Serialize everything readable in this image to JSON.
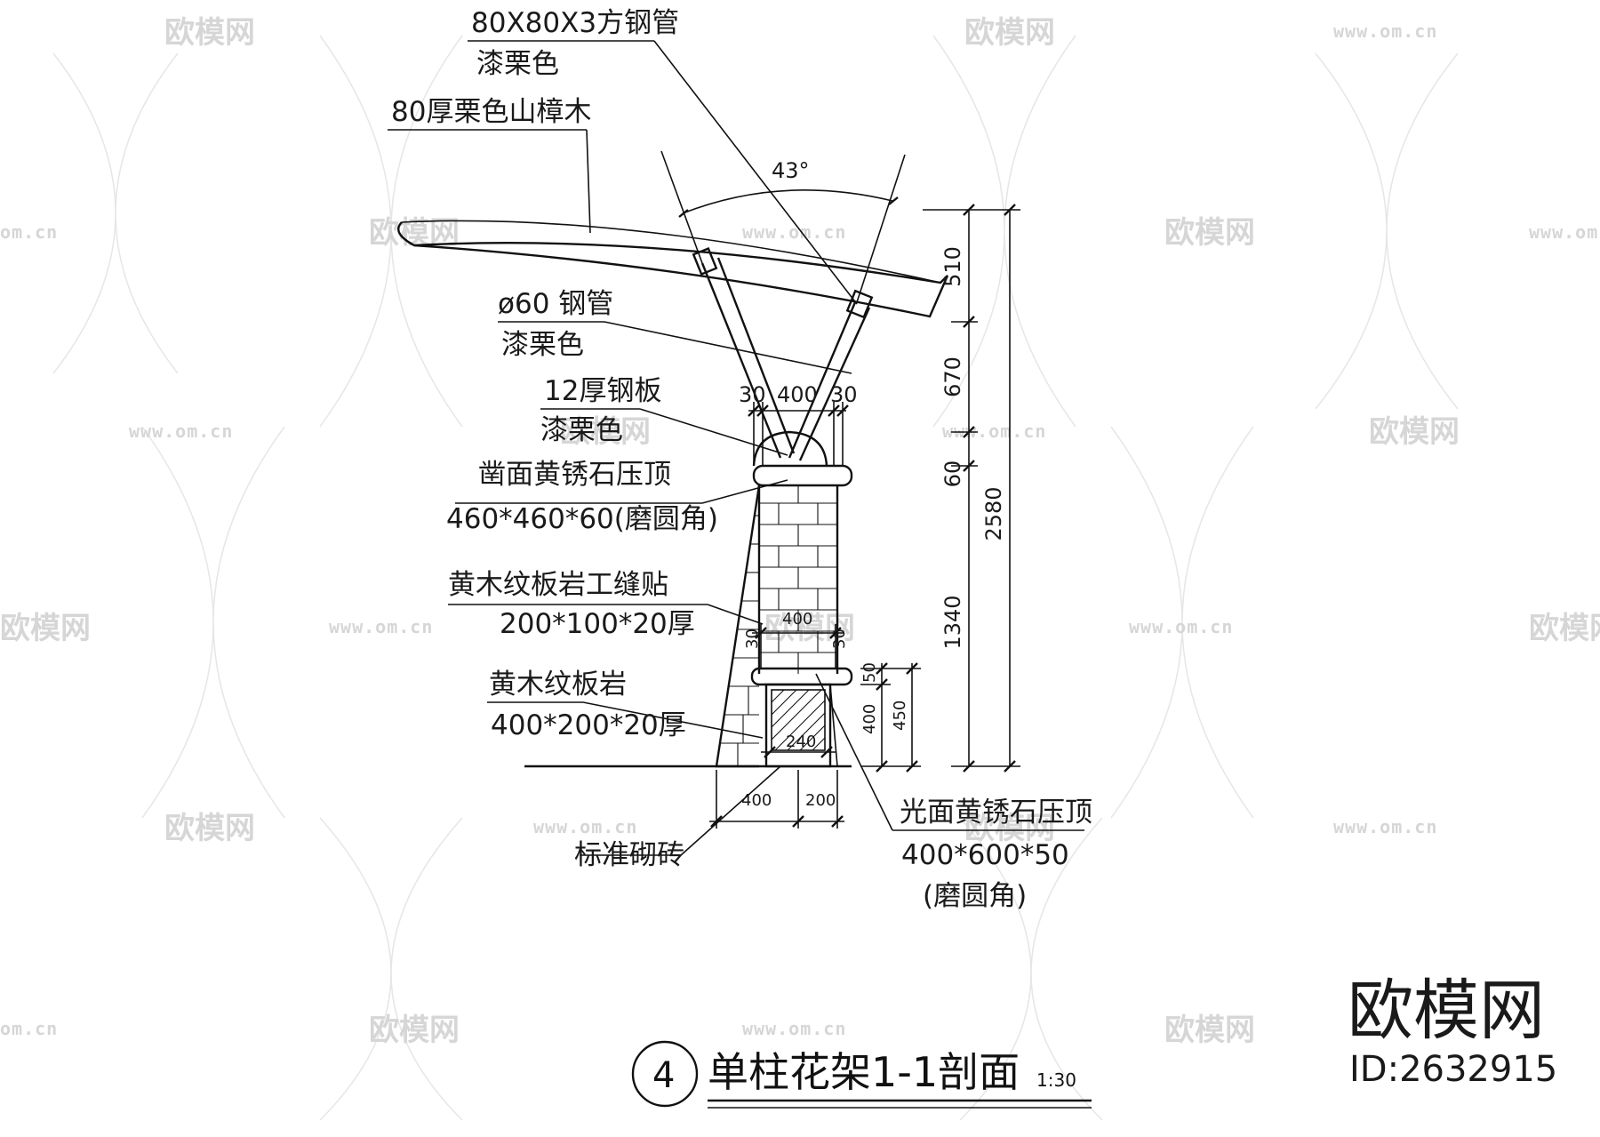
{
  "watermark": {
    "logo_text": "欧模网",
    "url_text": "www.om.cn",
    "url_partial": "om.cn"
  },
  "annotations": {
    "tube_spec": "80X80X3方钢管",
    "tube_finish": "漆栗色",
    "timber_spec": "80厚栗色山樟木",
    "steel_pipe_spec": "ø60 钢管",
    "steel_pipe_finish": "漆栗色",
    "steel_plate_spec": "12厚钢板",
    "steel_plate_finish": "漆栗色",
    "coping_name": "凿面黄锈石压顶",
    "coping_spec": "460*460*60(磨圆角)",
    "cladding_name": "黄木纹板岩工缝贴",
    "cladding_spec": "200*100*20厚",
    "slate_name": "黄木纹板岩",
    "slate_spec": "400*200*20厚",
    "brick_label": "标准砌砖",
    "smooth_coping_name": "光面黄锈石压顶",
    "smooth_coping_spec": "400*600*50",
    "smooth_coping_note": "(磨圆角)"
  },
  "dimensions": {
    "angle": "43°",
    "d510": "510",
    "d670": "670",
    "d60": "60",
    "d2580": "2580",
    "d1340": "1340",
    "top_30_left": "30",
    "top_400": "400",
    "top_30_right": "30",
    "mid_400": "400",
    "mid_30_left": "30",
    "mid_30_right": "30",
    "d50": "50",
    "d400v": "400",
    "d450": "450",
    "d240": "240",
    "bottom_400": "400",
    "bottom_200": "200"
  },
  "title": {
    "number": "4",
    "text": "单柱花架1-1剖面",
    "scale": "1:30"
  },
  "brand": {
    "name": "欧模网",
    "id": "ID:2632915"
  }
}
